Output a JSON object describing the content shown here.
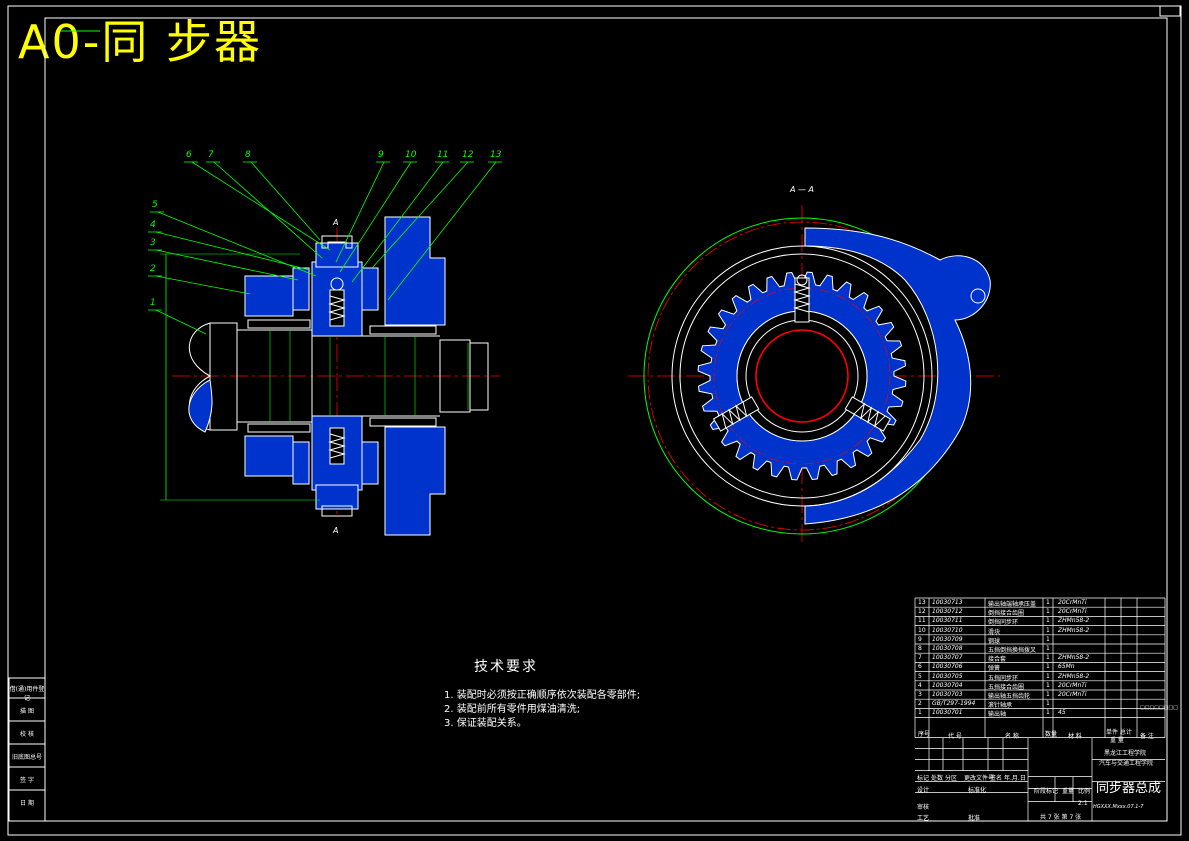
{
  "banner": "A0-同 步器",
  "drawing": {
    "section_label": "A — A",
    "cut_mark": "A",
    "balloons": [
      "6",
      "7",
      "8",
      "9",
      "10",
      "11",
      "12",
      "13",
      "5",
      "4",
      "3",
      "2",
      "1"
    ],
    "stamp": "□□□□"
  },
  "technical_requirements": {
    "title": "技术要求",
    "items": [
      "1. 装配时必须按正确顺序依次装配各零部件;",
      "2. 装配前所有零件用煤油清洗;",
      "3. 保证装配关系。"
    ]
  },
  "side_labels": [
    "借(通)用件登记",
    "描  图",
    "校  核",
    "旧底图总号",
    "签  字",
    "日  期"
  ],
  "bom": {
    "rows": [
      {
        "no": "13",
        "code": "10030713",
        "name": "输出轴端轴承压盖",
        "qty": "1",
        "material": "20CrMnTi"
      },
      {
        "no": "12",
        "code": "10030712",
        "name": "倒挡接合齿圈",
        "qty": "1",
        "material": "20CrMnTi"
      },
      {
        "no": "11",
        "code": "10030711",
        "name": "倒挡同步环",
        "qty": "1",
        "material": "ZHMn58-2"
      },
      {
        "no": "10",
        "code": "10030710",
        "name": "滑块",
        "qty": "1",
        "material": "ZHMn58-2"
      },
      {
        "no": "9",
        "code": "10030709",
        "name": "钢球",
        "qty": "1",
        "material": ""
      },
      {
        "no": "8",
        "code": "10030708",
        "name": "五挡倒挡换挡拨叉",
        "qty": "1",
        "material": ""
      },
      {
        "no": "7",
        "code": "10030707",
        "name": "接合套",
        "qty": "1",
        "material": "ZHMn58-2"
      },
      {
        "no": "6",
        "code": "10030706",
        "name": "弹簧",
        "qty": "1",
        "material": "65Mn"
      },
      {
        "no": "5",
        "code": "10030705",
        "name": "五挡同步环",
        "qty": "1",
        "material": "ZHMn58-2"
      },
      {
        "no": "4",
        "code": "10030704",
        "name": "五挡接合齿圈",
        "qty": "1",
        "material": "20CrMnTi"
      },
      {
        "no": "3",
        "code": "10030703",
        "name": "输出轴五挡齿轮",
        "qty": "1",
        "material": "20CrMnTi"
      },
      {
        "no": "2",
        "code": "GB/T297-1994",
        "name": "滚针轴承",
        "qty": "1",
        "material": ""
      },
      {
        "no": "1",
        "code": "10030701",
        "name": "输出轴",
        "qty": "1",
        "material": "45"
      }
    ],
    "header": {
      "no": "序号",
      "code": "代  号",
      "name": "名  称",
      "qty": "数量",
      "material": "材  料",
      "unit_weight": "单件 总计",
      "weight": "重  量",
      "remark": "备  注"
    },
    "remark_cell": "□□□□□□□□"
  },
  "title_block": {
    "school": "黑龙江工程学院",
    "dept": "汽车与交通工程学院",
    "drawing_name": "同步器总成",
    "drawing_no": "HGXXX.Mxxx.07.1-7",
    "scale": "2:1",
    "stage_mark": "阶段标记",
    "weight": "重量",
    "ratio": "比例",
    "labels": [
      "标记",
      "处数",
      "分区",
      "更改文件号",
      "签名",
      "年.月.日"
    ],
    "design": "设计",
    "standardize": "标准化",
    "review": "审核",
    "process": "工艺",
    "approve": "批准",
    "sheets": "共 7 张   第 7 张"
  }
}
